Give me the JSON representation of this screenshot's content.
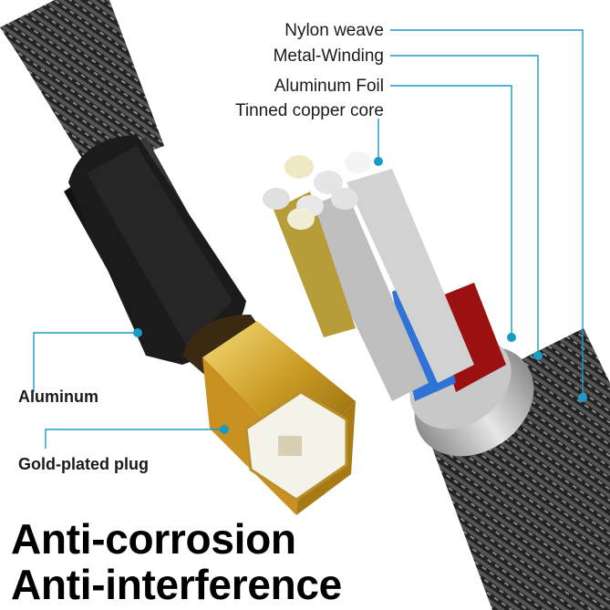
{
  "labels": {
    "nylon_weave": "Nylon weave",
    "metal_winding": "Metal-Winding",
    "aluminum_foil": "Aluminum Foil",
    "tinned_copper_core": "Tinned copper core",
    "aluminum": "Aluminum",
    "gold_plated_plug": "Gold-plated plug"
  },
  "headlines": {
    "line1": "Anti-corrosion",
    "line2": "Anti-interference"
  },
  "colors": {
    "callout": "#1a9bc7",
    "gold": "#d4a72c",
    "connector": "#1c1c1c"
  }
}
